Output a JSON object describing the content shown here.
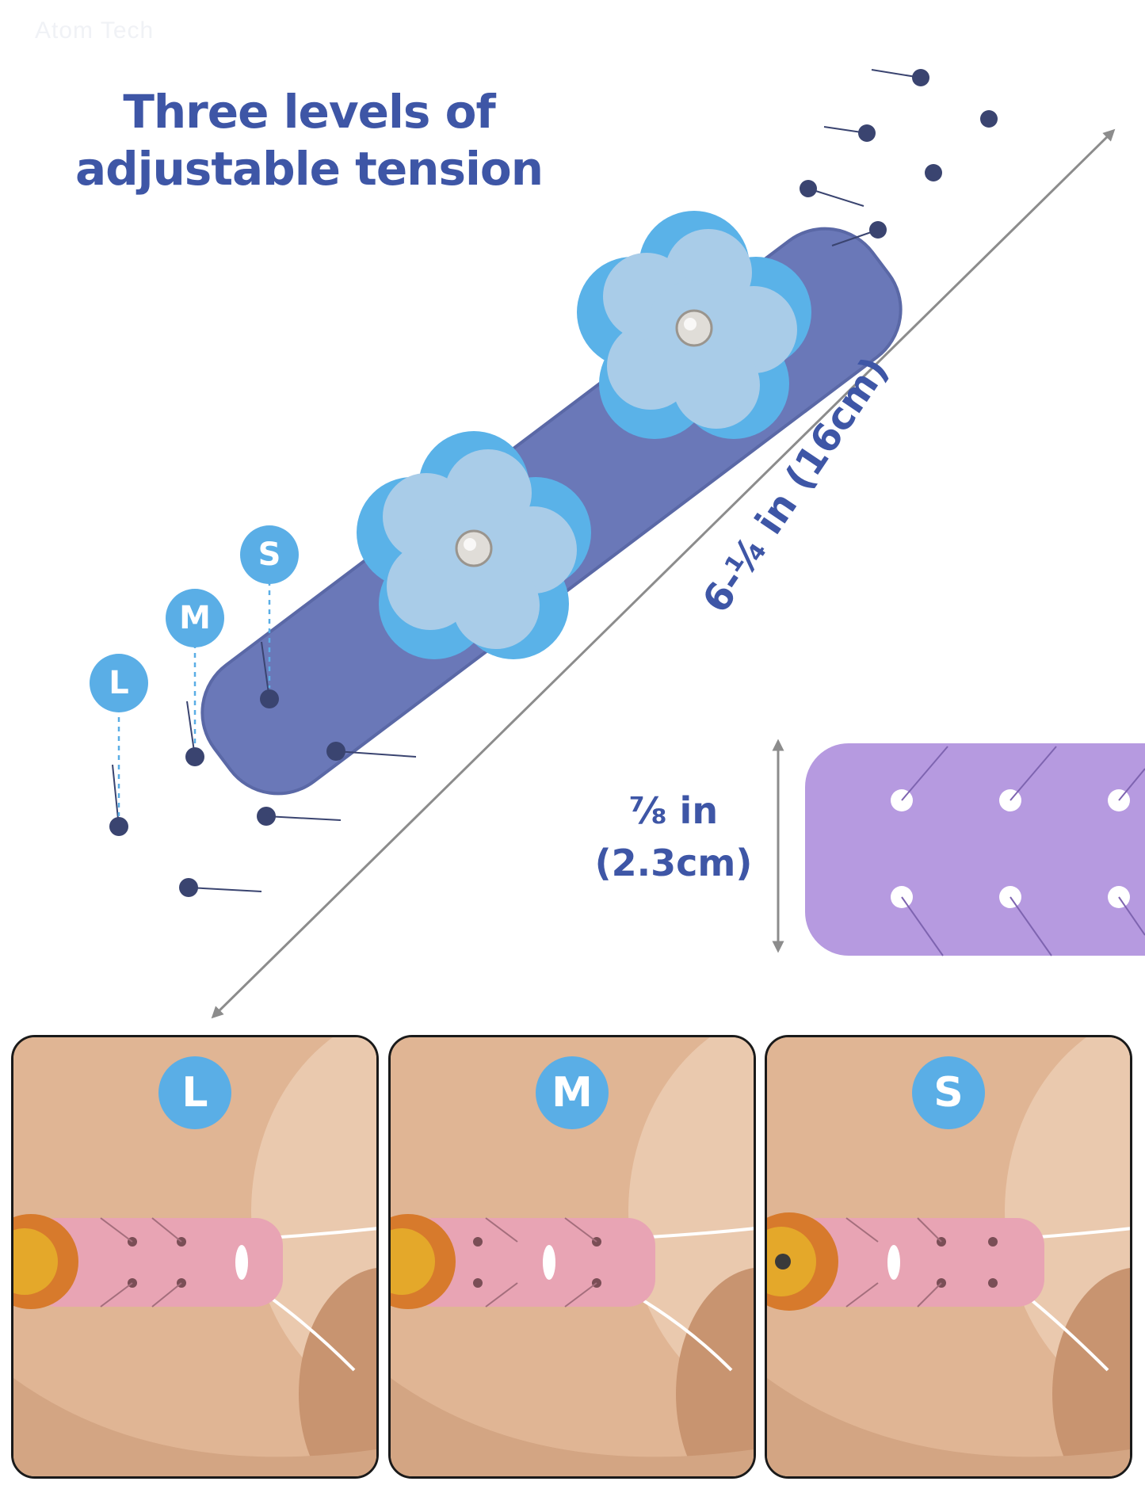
{
  "watermark": "Atom Tech",
  "headline": {
    "line1": "Three levels of",
    "line2": "adjustable tension"
  },
  "dimensions": {
    "length": "6-¼ in (16cm)",
    "width_line1": "⅞ in",
    "width_line2": "(2.3cm)"
  },
  "tension_levels": [
    "L",
    "M",
    "S"
  ],
  "panels": [
    {
      "label": "L"
    },
    {
      "label": "M"
    },
    {
      "label": "S"
    }
  ],
  "colors": {
    "headline": "#3e56a6",
    "badge": "#5aaee6",
    "strap": "#6a78b8",
    "strap_detail": "#b69ae0",
    "flower_outer": "#5ab2e8",
    "flower_inner": "#a9cce8",
    "pink_strap": "#e8a4b4",
    "arrow": "#8c8c8c"
  }
}
